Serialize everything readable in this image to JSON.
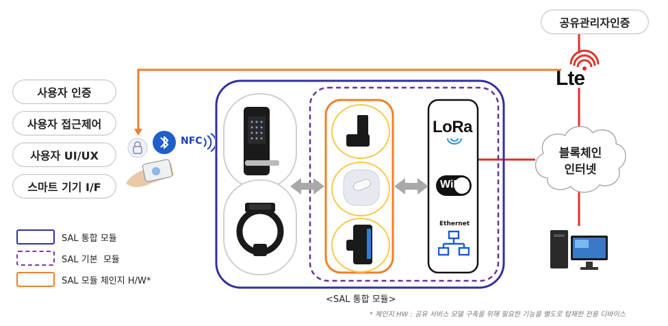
{
  "top_badge": "공유관리자인증",
  "lte_label": "Lte",
  "user_pills": [
    "사용자 인증",
    "사용자 접근제어",
    "사용자 UI/UX",
    "스마트 기기 I/F"
  ],
  "nfc_label": "NFC",
  "cloud": {
    "line1": "블록체인",
    "line2": "인터넷"
  },
  "connectivity": {
    "lora": "LoRa",
    "wifi": "WiFi",
    "ethernet": "Ethernet"
  },
  "legend": [
    {
      "label": "SAL 통합 모듈",
      "color": "#3a3aa8",
      "style": "solid"
    },
    {
      "label": "SAL 기본  모듈",
      "color": "#7a3a9a",
      "style": "dashed"
    },
    {
      "label": "SAL 모듈 체인지 H/W*",
      "color": "#f07f2a",
      "style": "solid"
    }
  ],
  "caption": "<SAL 통합 모듈>",
  "footnote": "* 체인지 HW : 공유 서비스 모델 구축을 위해 필요한 기능을 별도로 탑재한 전용 디바이스",
  "colors": {
    "lte_red": "#e0302a",
    "orange_line": "#f07f2a",
    "navy": "#2f2fa0",
    "purple": "#6b2f91"
  }
}
